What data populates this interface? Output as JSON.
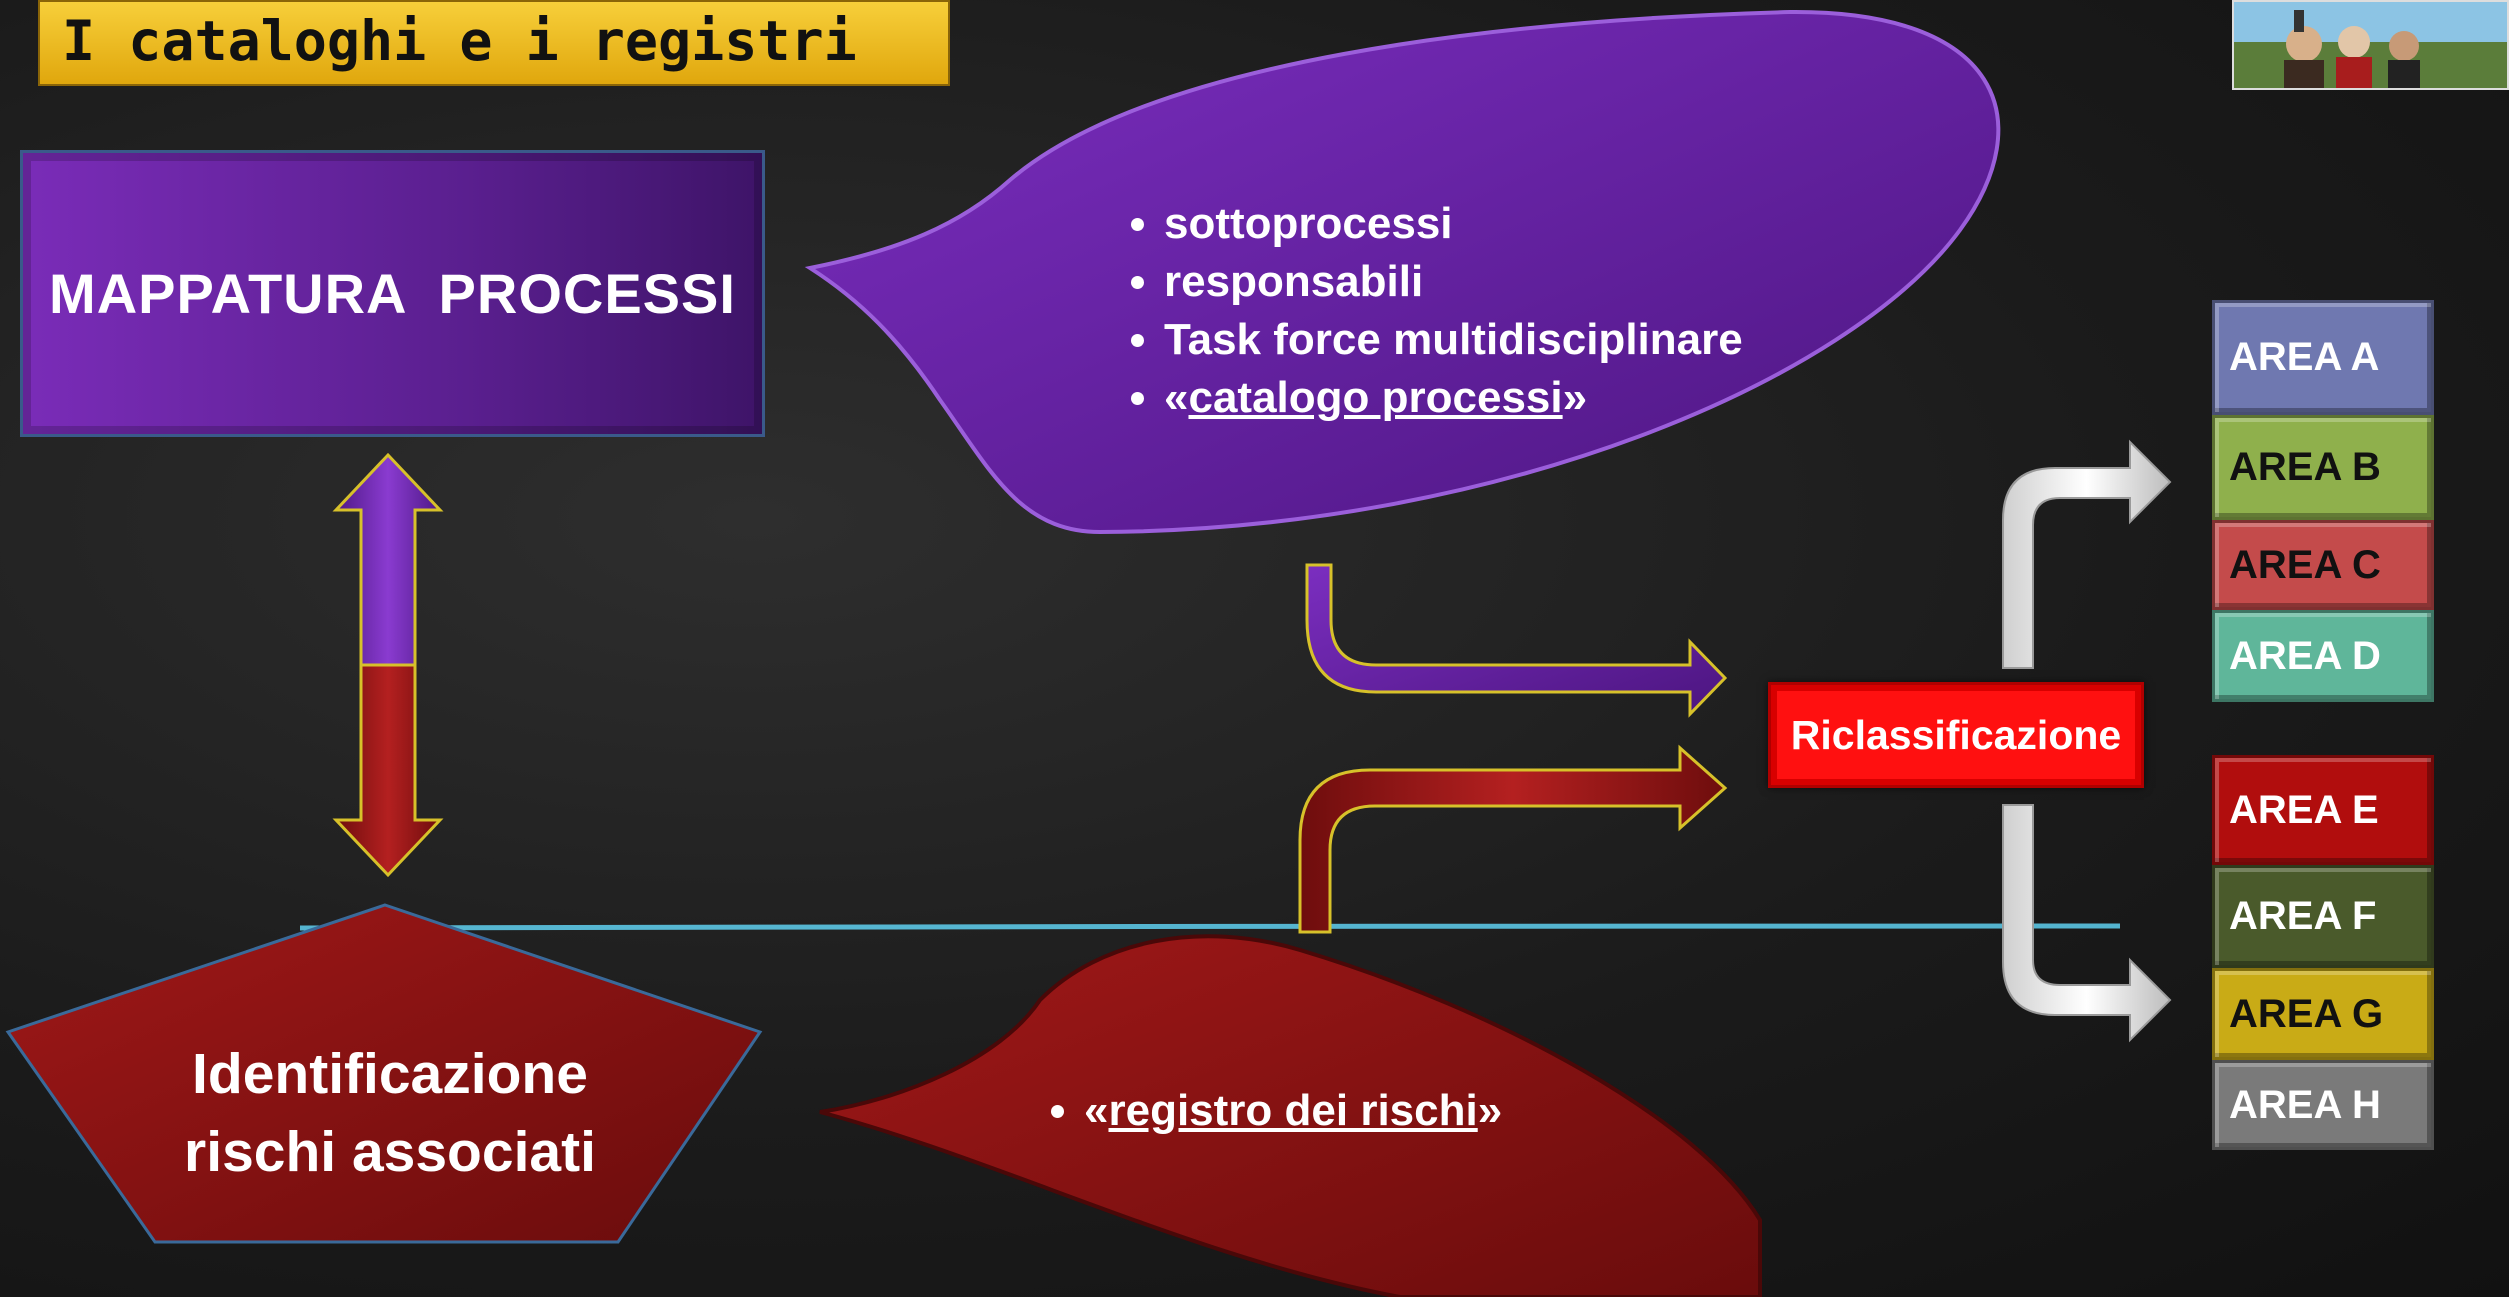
{
  "title": "I cataloghi e i registri",
  "mappatura": {
    "label": "MAPPATURA  PROCESSI"
  },
  "bubble_top": {
    "items": [
      "sottoprocessi",
      "responsabili",
      "Task force multidisciplinare"
    ],
    "catalog_open": "«",
    "catalog_link": "catalogo processi",
    "catalog_close": "»"
  },
  "identificazione": {
    "line1": "Identificazione",
    "line2": "rischi associati"
  },
  "bubble_bottom": {
    "open": "«",
    "link": "registro dei rischi",
    "close": "»"
  },
  "riclassificazione": {
    "label": "Riclassificazione"
  },
  "areas": [
    {
      "label": "AREA A",
      "color": "#6f78b0",
      "text_color": "#ffffff"
    },
    {
      "label": "AREA B",
      "color": "#8fb04c",
      "text_color": "#111111"
    },
    {
      "label": "AREA C",
      "color": "#c44b4b",
      "text_color": "#111111"
    },
    {
      "label": "AREA D",
      "color": "#5fb69a",
      "text_color": "#ffffff"
    },
    {
      "label": "AREA E",
      "color": "#b10d0d",
      "text_color": "#ffffff"
    },
    {
      "label": "AREA F",
      "color": "#4a5a2b",
      "text_color": "#ffffff"
    },
    {
      "label": "AREA G",
      "color": "#c9ab16",
      "text_color": "#111111"
    },
    {
      "label": "AREA H",
      "color": "#7a7a7a",
      "text_color": "#ffffff"
    }
  ],
  "colors": {
    "purple": "#6a25a5",
    "dark_red": "#8e1212",
    "title_gold": "#f2c320",
    "red": "#ff1010",
    "cyan_line": "#5fd0f0"
  }
}
